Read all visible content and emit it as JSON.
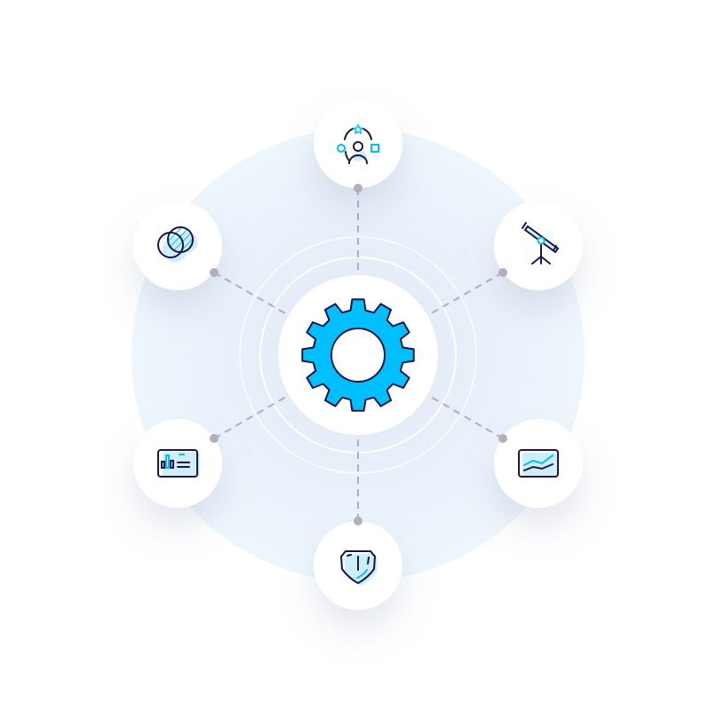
{
  "colors": {
    "background": "#ffffff",
    "disc": "#edf5fd",
    "accent": "#00bfff",
    "accent_light": "#cdeffd",
    "ink": "#1e1446",
    "connector": "#b3adbd"
  },
  "center": {
    "icon": "gear-icon"
  },
  "nodes": [
    {
      "position": "top",
      "icon": "user-options-icon"
    },
    {
      "position": "top-right",
      "icon": "telescope-icon"
    },
    {
      "position": "bottom-right",
      "icon": "line-chart-icon"
    },
    {
      "position": "bottom",
      "icon": "shield-icon"
    },
    {
      "position": "bottom-left",
      "icon": "dashboard-card-icon"
    },
    {
      "position": "top-left",
      "icon": "venn-diagram-icon"
    }
  ]
}
